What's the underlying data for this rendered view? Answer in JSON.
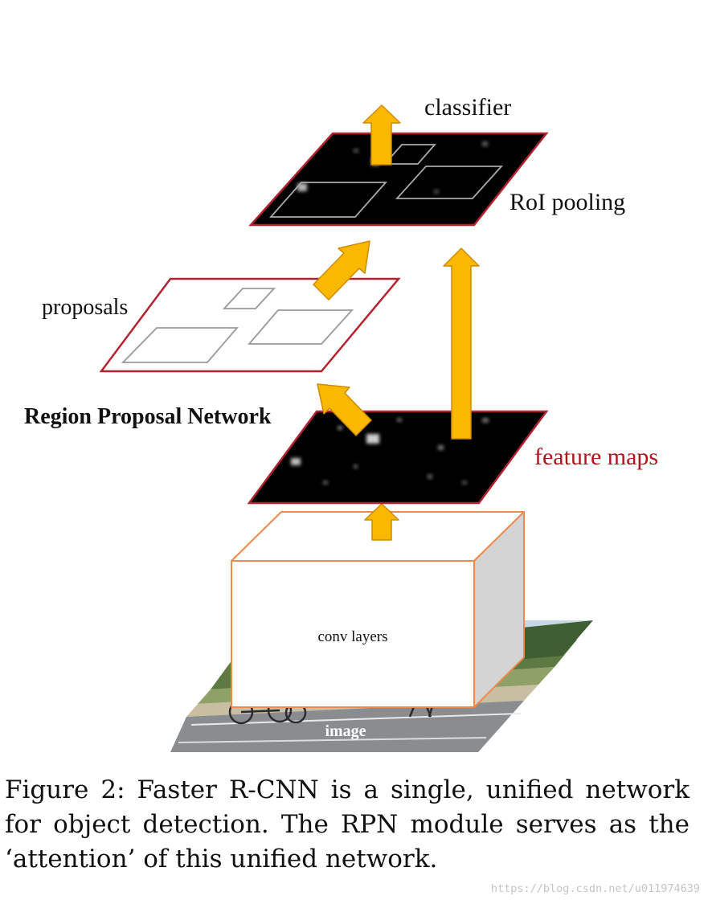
{
  "labels": {
    "classifier": "classifier",
    "roi_pooling": "RoI pooling",
    "proposals": "proposals",
    "rpn": "Region Proposal Network",
    "feature_maps": "feature maps",
    "conv_layers": "conv layers",
    "image": "image"
  },
  "caption": "Figure 2: Faster R-CNN is a single, unified network for object detection. The RPN module serves as the ‘attention’ of this unified network.",
  "watermark": "https://blog.csdn.net/u011974639",
  "colors": {
    "arrow_fill": "#fbb800",
    "arrow_stroke": "#d08a00",
    "plane_border": "#b3222f",
    "box_border": "#ef8a4c",
    "feature_label": "#b0141c",
    "plane_fill": "#000000",
    "box_side": "#d4d4d4"
  }
}
